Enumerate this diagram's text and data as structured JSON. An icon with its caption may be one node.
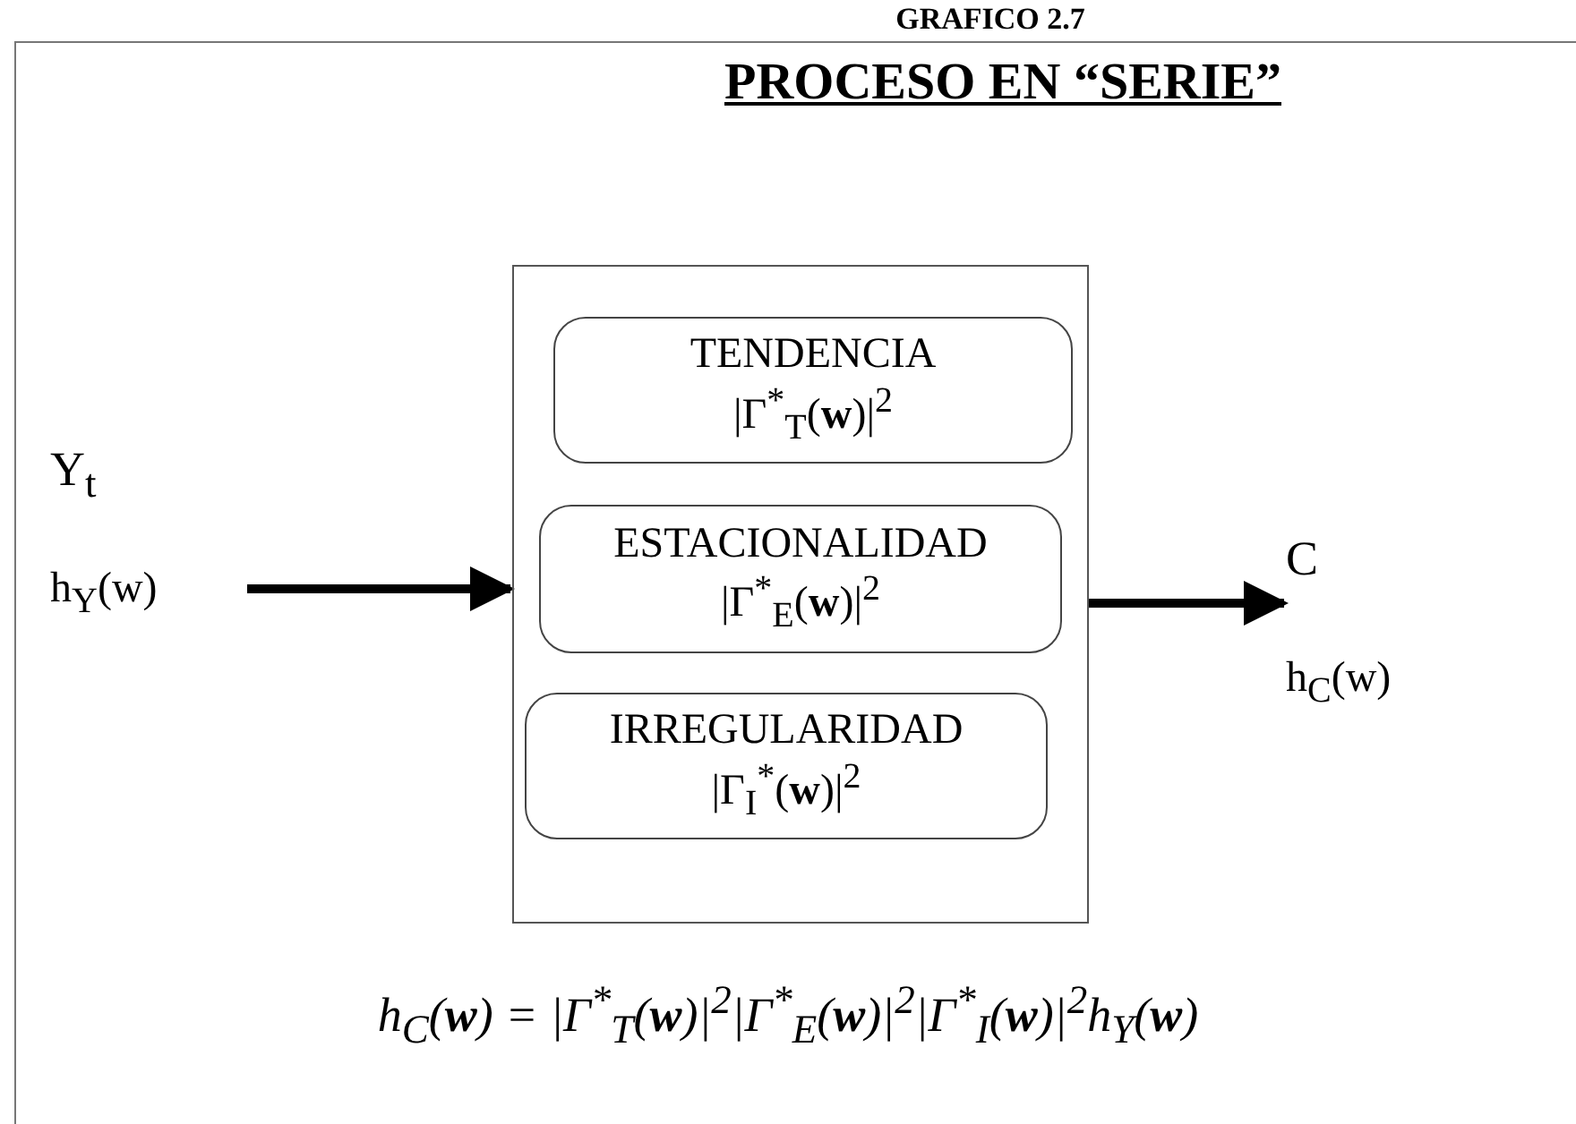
{
  "diagram": {
    "title": "PROCESO EN “SERIE”",
    "nodes": [
      {
        "text": [
          "Y$_{t}$",
          "h$_{Y}$(w)"
        ]
      },
      {
        "text": [],
        "shape": "box"
      },
      {
        "text": [
          "TENDENCIA",
          "|Γ$^{*}$$_{T}$(**w**)|$^{2}$"
        ],
        "in": 1
      },
      {
        "text": [
          "ESTACIONALIDAD",
          "|Γ$^{*}$$_{E}$(**w**)|$^{2}$"
        ],
        "in": 1
      },
      {
        "text": [
          "IRREGULARIDAD",
          "|Γ$_{I}$$^{*}$(**w**)|$^{2}$"
        ],
        "in": 1
      },
      {
        "text": [
          "C",
          "h$_{C}$(w)"
        ]
      }
    ],
    "edges": [
      {
        "from": 0,
        "to": 1,
        "arrow": "to"
      },
      {
        "from": 1,
        "to": 5,
        "arrow": "to"
      }
    ],
    "labels": [
      "GRAFICO 2.7",
      "h$_{C}$(**w**) = |Γ$^{*}$$_{T}$(**w**)|$^{2}$|Γ$^{*}$$_{E}$(**w**)|$^{2}$|Γ$^{*}$$_{I}$(**w**)|$^{2}$h$_{Y}$(**w**)"
    ]
  }
}
